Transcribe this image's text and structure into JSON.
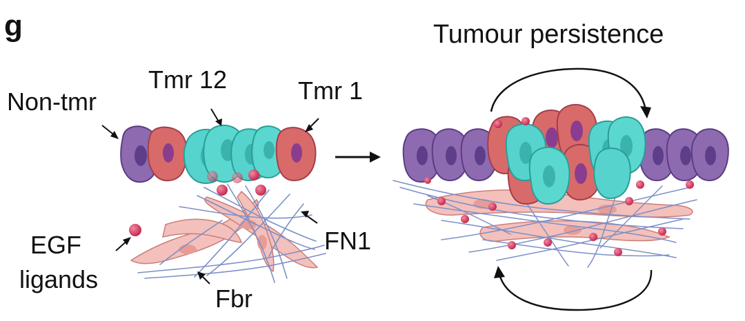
{
  "panel_letter": "g",
  "labels": {
    "non_tumour": "Non-tmr",
    "tumour_12": "Tmr 12",
    "tumour_1": "Tmr 1",
    "fn1": "FN1",
    "egf_line1": "EGF",
    "egf_line2": "ligands",
    "fibroblast": "Fbr",
    "outcome": "Tumour persistence"
  },
  "colors": {
    "non_tumour_cell": "#8e6ab0",
    "non_tumour_nucleus": "#5e3e8a",
    "tumour_1_cell": "#d96a6a",
    "tumour_1_nucleus": "#8a3d8f",
    "tumour_12_cell": "#56d3cc",
    "tumour_12_nucleus": "#3bb3ad",
    "fibroblast": "#f2b9b4",
    "fibre": "#7b8fc7",
    "egf_ligand": "#d83a5e"
  }
}
